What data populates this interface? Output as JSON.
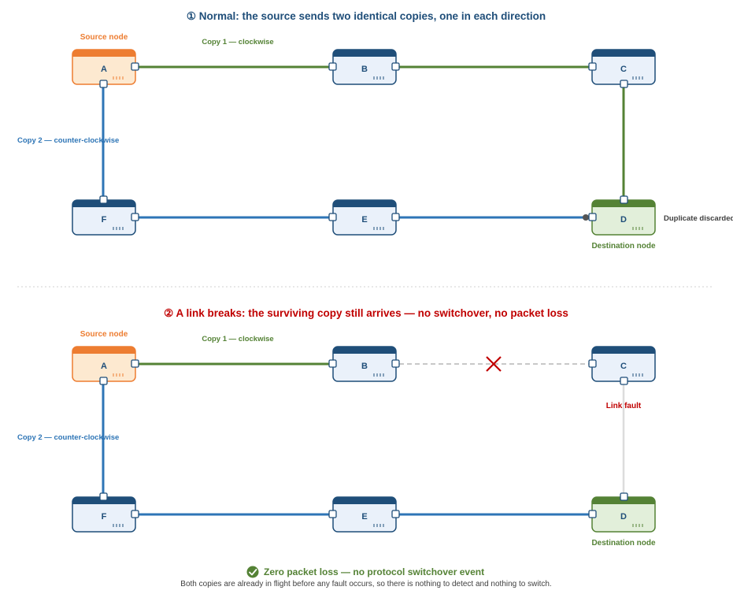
{
  "colors": {
    "navy": "#1f4e79",
    "node_fill": "#eaf1fa",
    "source_orange": "#ed7d31",
    "source_fill": "#fde9d0",
    "dest_green": "#548235",
    "dest_fill": "#e2efda",
    "green_path": "#548235",
    "blue_path": "#2e75b6",
    "fault_red": "#c00000",
    "grey_text": "#404040"
  },
  "scenarios": [
    {
      "title": "① Normal: the source sends two identical copies, one in each direction",
      "source_label": "Source node",
      "dest_label": "Destination node",
      "copy1_label": "Copy 1 — clockwise",
      "copy2_label": "Copy 2 — counter-clockwise",
      "annotation": "Duplicate discarded",
      "nodes": [
        "A",
        "B",
        "C",
        "D",
        "E",
        "F"
      ]
    },
    {
      "title": "② A link breaks: the surviving copy still arrives — no switchover, no packet loss",
      "source_label": "Source node",
      "dest_label": "Destination node",
      "copy1_label": "Copy 1 — clockwise",
      "copy2_label": "Copy 2 — counter-clockwise",
      "annotation": "Link fault",
      "nodes": [
        "A",
        "B",
        "C",
        "D",
        "E",
        "F"
      ]
    }
  ],
  "footer": {
    "headline": "Zero packet loss — no protocol switchover event",
    "subtext": "Both copies are already in flight before any fault occurs, so there is nothing to detect and nothing to switch."
  },
  "icons": {
    "fault": "cross-icon",
    "success": "check-circle-icon"
  }
}
